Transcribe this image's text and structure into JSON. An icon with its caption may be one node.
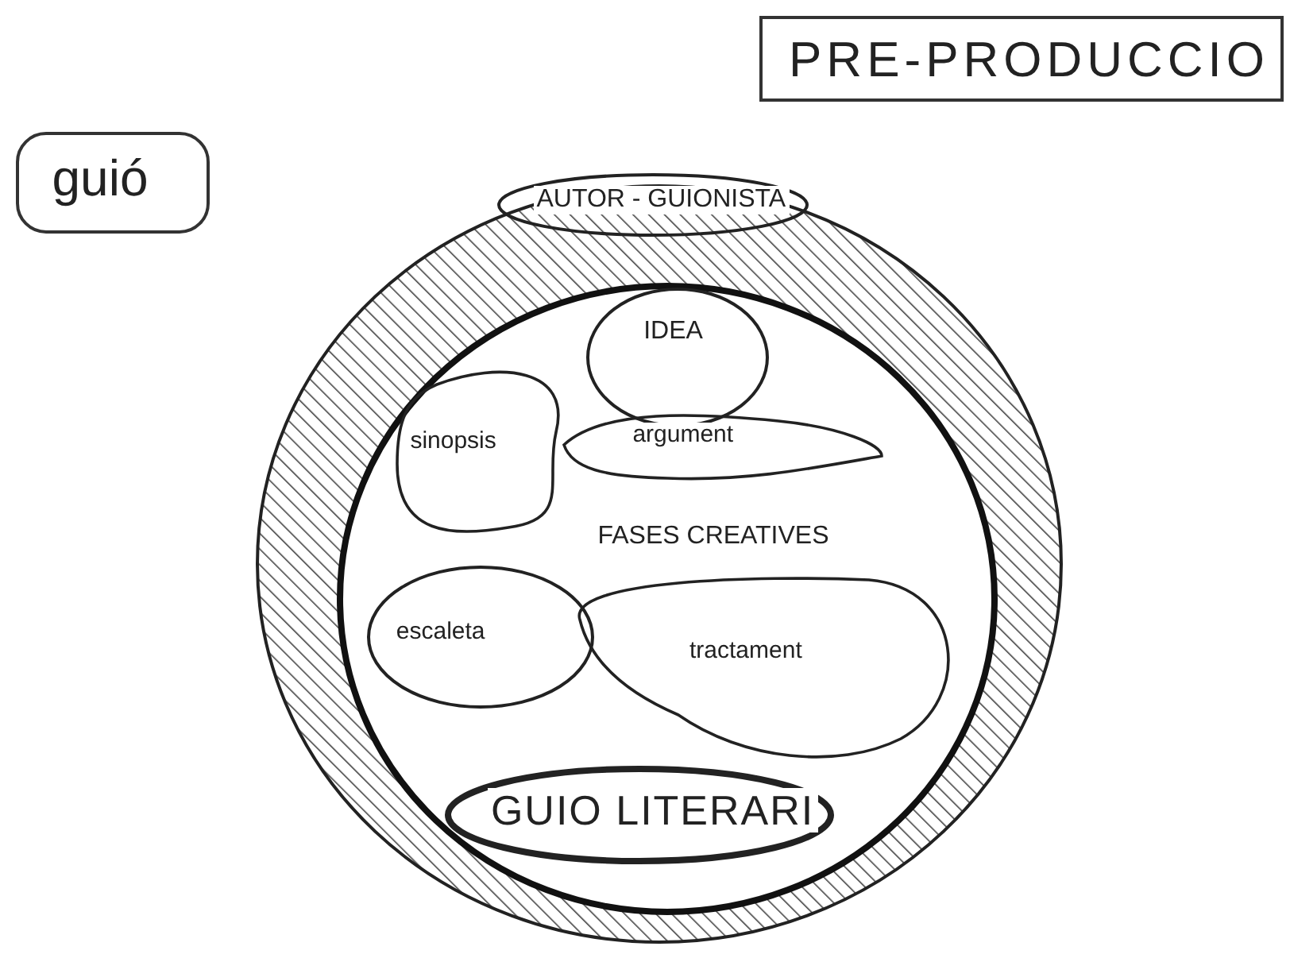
{
  "diagram": {
    "nodes": [
      {
        "text": [
          "PRE-PRODUCCIO"
        ]
      },
      {
        "text": [
          "guió"
        ]
      },
      {
        "text": [],
        "shape": "circle"
      },
      {
        "text": [
          "AUTOR - GUIONISTA"
        ]
      },
      {
        "text": [
          "FASES CREATIVES"
        ],
        "in": 2
      },
      {
        "text": [
          "IDEA"
        ],
        "in": 4
      },
      {
        "text": [
          "sinopsis"
        ],
        "in": 4
      },
      {
        "text": [
          "argument"
        ],
        "in": 4
      },
      {
        "text": [
          "escaleta"
        ],
        "in": 4
      },
      {
        "text": [
          "tractament"
        ],
        "in": 4
      },
      {
        "text": [
          "GUIO LITERARI"
        ],
        "in": 4
      }
    ]
  }
}
